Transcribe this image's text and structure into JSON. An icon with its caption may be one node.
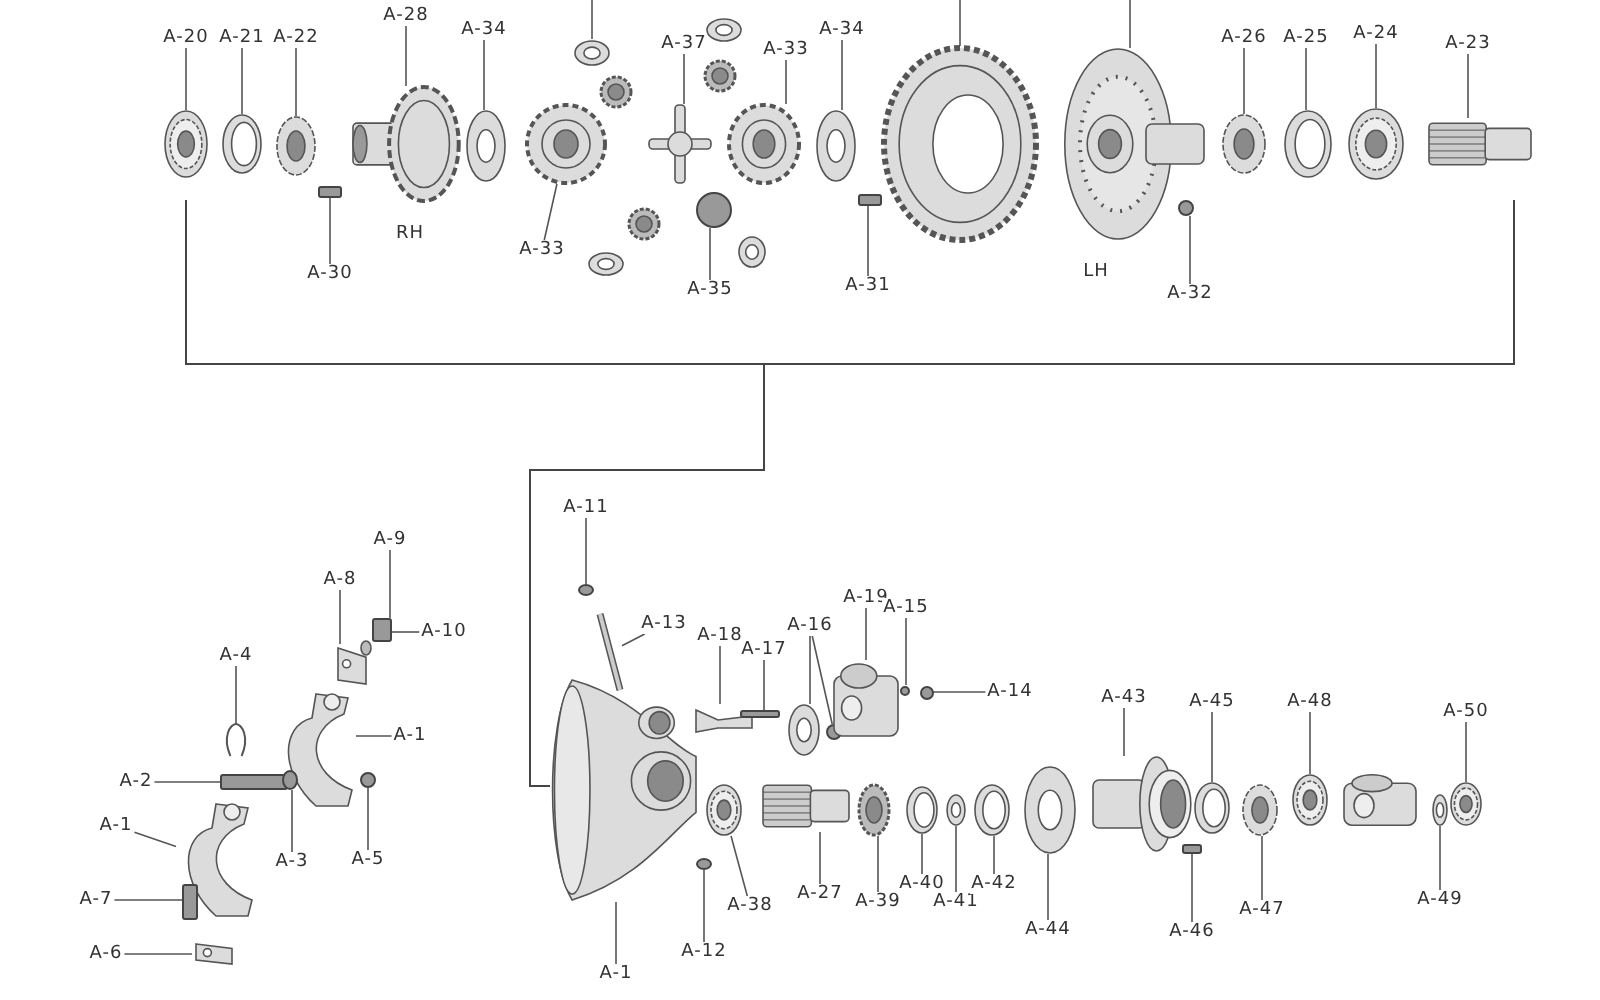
{
  "diagram": {
    "nodes": [
      {
        "text": [
          "A-20"
        ]
      },
      {
        "text": [],
        "shape": "picture"
      },
      {
        "text": [
          "A-21"
        ]
      },
      {
        "text": [],
        "shape": "picture"
      },
      {
        "text": [
          "A-22"
        ]
      },
      {
        "text": [],
        "shape": "picture"
      },
      {
        "text": [
          "A-28"
        ]
      },
      {
        "text": [],
        "shape": "picture"
      },
      {
        "text": [
          "A-30"
        ]
      },
      {
        "text": [],
        "shape": "bar"
      },
      {
        "text": [
          "A-34"
        ]
      },
      {
        "text": [],
        "shape": "picture"
      },
      {
        "text": [
          "A-33"
        ]
      },
      {
        "text": [],
        "shape": "picture"
      },
      {
        "text": [],
        "shape": "picture"
      },
      {
        "text": [
          "A-37"
        ]
      },
      {
        "text": [],
        "shape": "picture"
      },
      {
        "text": [
          "A-35"
        ]
      },
      {
        "text": [],
        "shape": "circle"
      },
      {
        "text": [
          "A-33"
        ]
      },
      {
        "text": [],
        "shape": "picture"
      },
      {
        "text": [
          "A-34"
        ]
      },
      {
        "text": [],
        "shape": "picture"
      },
      {
        "text": [
          "A-31"
        ]
      },
      {
        "text": [],
        "shape": "bar"
      },
      {
        "text": [],
        "shape": "picture"
      },
      {
        "text": [],
        "shape": "picture"
      },
      {
        "text": [
          "A-32"
        ]
      },
      {
        "text": [],
        "shape": "circle"
      },
      {
        "text": [
          "A-26"
        ]
      },
      {
        "text": [],
        "shape": "picture"
      },
      {
        "text": [
          "A-25"
        ]
      },
      {
        "text": [],
        "shape": "picture"
      },
      {
        "text": [
          "A-24"
        ]
      },
      {
        "text": [],
        "shape": "picture"
      },
      {
        "text": [
          "A-23"
        ]
      },
      {
        "text": [],
        "shape": "picture"
      },
      {
        "text": [
          "A-9"
        ]
      },
      {
        "text": [],
        "shape": "bar"
      },
      {
        "text": [
          "A-10"
        ]
      },
      {
        "text": [
          "A-8"
        ]
      },
      {
        "text": [],
        "shape": "picture"
      },
      {
        "text": [
          "A-4"
        ]
      },
      {
        "text": [],
        "shape": "picture"
      },
      {
        "text": [
          "A-1"
        ]
      },
      {
        "text": [],
        "shape": "picture"
      },
      {
        "text": [
          "A-2"
        ]
      },
      {
        "text": [],
        "shape": "bar"
      },
      {
        "text": [
          "A-3"
        ]
      },
      {
        "text": [],
        "shape": "circle"
      },
      {
        "text": [
          "A-5"
        ]
      },
      {
        "text": [],
        "shape": "circle"
      },
      {
        "text": [
          "A-1"
        ]
      },
      {
        "text": [],
        "shape": "picture"
      },
      {
        "text": [
          "A-7"
        ]
      },
      {
        "text": [],
        "shape": "bar"
      },
      {
        "text": [
          "A-6"
        ]
      },
      {
        "text": [],
        "shape": "picture"
      },
      {
        "text": [
          "A-11"
        ]
      },
      {
        "text": [],
        "shape": "circle"
      },
      {
        "text": [
          "A-13"
        ]
      },
      {
        "text": [],
        "shape": "picture"
      },
      {
        "text": [
          "A-18"
        ]
      },
      {
        "text": [],
        "shape": "picture"
      },
      {
        "text": [
          "A-17"
        ]
      },
      {
        "text": [],
        "shape": "bar"
      },
      {
        "text": [
          "A-16"
        ]
      },
      {
        "text": [],
        "shape": "picture"
      },
      {
        "text": [],
        "shape": "circle"
      },
      {
        "text": [
          "A-19"
        ]
      },
      {
        "text": [],
        "shape": "picture"
      },
      {
        "text": [
          "A-15"
        ]
      },
      {
        "text": [],
        "shape": "circle"
      },
      {
        "text": [
          "A-14"
        ]
      },
      {
        "text": [],
        "shape": "circle"
      },
      {
        "text": [
          "A-1"
        ]
      },
      {
        "text": [],
        "shape": "picture"
      },
      {
        "text": [
          "A-12"
        ]
      },
      {
        "text": [],
        "shape": "circle"
      },
      {
        "text": [
          "A-38"
        ]
      },
      {
        "text": [],
        "shape": "picture"
      },
      {
        "text": [
          "A-27"
        ]
      },
      {
        "text": [],
        "shape": "picture"
      },
      {
        "text": [
          "A-39"
        ]
      },
      {
        "text": [],
        "shape": "picture"
      },
      {
        "text": [
          "A-40"
        ]
      },
      {
        "text": [],
        "shape": "picture"
      },
      {
        "text": [
          "A-41"
        ]
      },
      {
        "text": [],
        "shape": "picture"
      },
      {
        "text": [
          "A-42"
        ]
      },
      {
        "text": [],
        "shape": "picture"
      },
      {
        "text": [
          "A-44"
        ]
      },
      {
        "text": [],
        "shape": "picture"
      },
      {
        "text": [
          "A-43"
        ]
      },
      {
        "text": [],
        "shape": "picture"
      },
      {
        "text": [
          "A-46"
        ]
      },
      {
        "text": [],
        "shape": "bar"
      },
      {
        "text": [
          "A-45"
        ]
      },
      {
        "text": [],
        "shape": "picture"
      },
      {
        "text": [
          "A-47"
        ]
      },
      {
        "text": [],
        "shape": "picture"
      },
      {
        "text": [
          "A-48"
        ]
      },
      {
        "text": [],
        "shape": "picture"
      },
      {
        "text": [
          "A-49"
        ]
      },
      {
        "text": [],
        "shape": "picture"
      },
      {
        "text": [
          "A-50"
        ]
      },
      {
        "text": [],
        "shape": "picture"
      }
    ],
    "edges": [
      {
        "from": 0,
        "to": 1,
        "arrow": "none"
      },
      {
        "from": 2,
        "to": 3,
        "arrow": "none"
      },
      {
        "from": 4,
        "to": 5,
        "arrow": "none"
      },
      {
        "from": 6,
        "to": 7,
        "arrow": "none"
      },
      {
        "from": 8,
        "to": 9,
        "arrow": "none"
      },
      {
        "from": 10,
        "to": 11,
        "arrow": "none"
      },
      {
        "from": 12,
        "to": 13,
        "arrow": "none"
      },
      {
        "from": null,
        "to": 14,
        "arrow": "none"
      },
      {
        "from": 15,
        "to": 16,
        "arrow": "none"
      },
      {
        "from": 17,
        "to": 18,
        "arrow": "none"
      },
      {
        "from": 19,
        "to": 20,
        "arrow": "none"
      },
      {
        "from": 21,
        "to": 22,
        "arrow": "none"
      },
      {
        "from": 23,
        "to": 24,
        "arrow": "none"
      },
      {
        "from": null,
        "to": 25,
        "arrow": "none"
      },
      {
        "from": null,
        "to": 26,
        "arrow": "none"
      },
      {
        "from": 27,
        "to": 28,
        "arrow": "none"
      },
      {
        "from": 29,
        "to": 30,
        "arrow": "none"
      },
      {
        "from": 31,
        "to": 32,
        "arrow": "none"
      },
      {
        "from": 33,
        "to": 34,
        "arrow": "none"
      },
      {
        "from": 35,
        "to": 36,
        "arrow": "none"
      },
      {
        "from": 37,
        "to": 38,
        "arrow": "none"
      },
      {
        "from": 39,
        "to": 38,
        "arrow": "none"
      },
      {
        "from": 40,
        "to": 41,
        "arrow": "none"
      },
      {
        "from": 42,
        "to": 43,
        "arrow": "none"
      },
      {
        "from": 44,
        "to": 45,
        "arrow": "none"
      },
      {
        "from": 46,
        "to": 47,
        "arrow": "none"
      },
      {
        "from": 48,
        "to": 49,
        "arrow": "none"
      },
      {
        "from": 50,
        "to": 51,
        "arrow": "none"
      },
      {
        "from": 52,
        "to": 53,
        "arrow": "none"
      },
      {
        "from": 54,
        "to": 55,
        "arrow": "none"
      },
      {
        "from": 56,
        "to": 57,
        "arrow": "none"
      },
      {
        "from": 58,
        "to": 59,
        "arrow": "none"
      },
      {
        "from": 60,
        "to": 61,
        "arrow": "none"
      },
      {
        "from": 62,
        "to": 63,
        "arrow": "none"
      },
      {
        "from": 64,
        "to": 65,
        "arrow": "none"
      },
      {
        "from": 66,
        "to": 67,
        "arrow": "none"
      },
      {
        "from": 66,
        "to": 68,
        "arrow": "none"
      },
      {
        "from": 69,
        "to": 70,
        "arrow": "none"
      },
      {
        "from": 71,
        "to": 72,
        "arrow": "none"
      },
      {
        "from": 73,
        "to": 74,
        "arrow": "none"
      },
      {
        "from": 75,
        "to": 76,
        "arrow": "none"
      },
      {
        "from": 77,
        "to": 78,
        "arrow": "none"
      },
      {
        "from": 79,
        "to": 80,
        "arrow": "none"
      },
      {
        "from": 81,
        "to": 82,
        "arrow": "none"
      },
      {
        "from": 83,
        "to": 84,
        "arrow": "none"
      },
      {
        "from": 85,
        "to": 86,
        "arrow": "none"
      },
      {
        "from": 87,
        "to": 88,
        "arrow": "none"
      },
      {
        "from": 89,
        "to": 90,
        "arrow": "none"
      },
      {
        "from": 91,
        "to": 92,
        "arrow": "none"
      },
      {
        "from": 93,
        "to": 94,
        "arrow": "none"
      },
      {
        "from": 95,
        "to": 96,
        "arrow": "none"
      },
      {
        "from": 97,
        "to": 98,
        "arrow": "none"
      },
      {
        "from": 99,
        "to": 100,
        "arrow": "none"
      },
      {
        "from": 101,
        "to": 102,
        "arrow": "none"
      },
      {
        "from": 103,
        "to": 104,
        "arrow": "none"
      },
      {
        "from": 105,
        "to": 106,
        "arrow": "none"
      }
    ],
    "labels": [
      "RH",
      "LH"
    ]
  }
}
